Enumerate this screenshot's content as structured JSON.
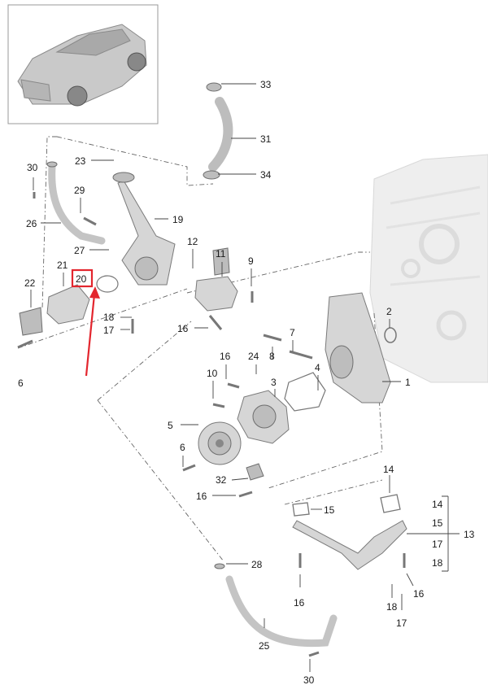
{
  "callouts": [
    {
      "text": "33"
    },
    {
      "text": "31"
    },
    {
      "text": "34"
    },
    {
      "text": "30"
    },
    {
      "text": "23"
    },
    {
      "text": "29"
    },
    {
      "text": "26"
    },
    {
      "text": "19"
    },
    {
      "text": "27"
    },
    {
      "text": "12"
    },
    {
      "text": "11"
    },
    {
      "text": "9"
    },
    {
      "text": "21"
    },
    {
      "text": "20"
    },
    {
      "text": "22"
    },
    {
      "text": "18"
    },
    {
      "text": "17"
    },
    {
      "text": "16"
    },
    {
      "text": "2"
    },
    {
      "text": "7"
    },
    {
      "text": "8"
    },
    {
      "text": "24"
    },
    {
      "text": "16"
    },
    {
      "text": "10"
    },
    {
      "text": "3"
    },
    {
      "text": "4"
    },
    {
      "text": "1"
    },
    {
      "text": "6"
    },
    {
      "text": "5"
    },
    {
      "text": "6"
    },
    {
      "text": "32"
    },
    {
      "text": "16"
    },
    {
      "text": "14"
    },
    {
      "text": "15"
    },
    {
      "text": "14"
    },
    {
      "text": "15"
    },
    {
      "text": "13"
    },
    {
      "text": "17"
    },
    {
      "text": "18"
    },
    {
      "text": "28"
    },
    {
      "text": "16"
    },
    {
      "text": "18"
    },
    {
      "text": "16"
    },
    {
      "text": "17"
    },
    {
      "text": "25"
    },
    {
      "text": "30"
    }
  ],
  "highlight_color": "#e3262e"
}
